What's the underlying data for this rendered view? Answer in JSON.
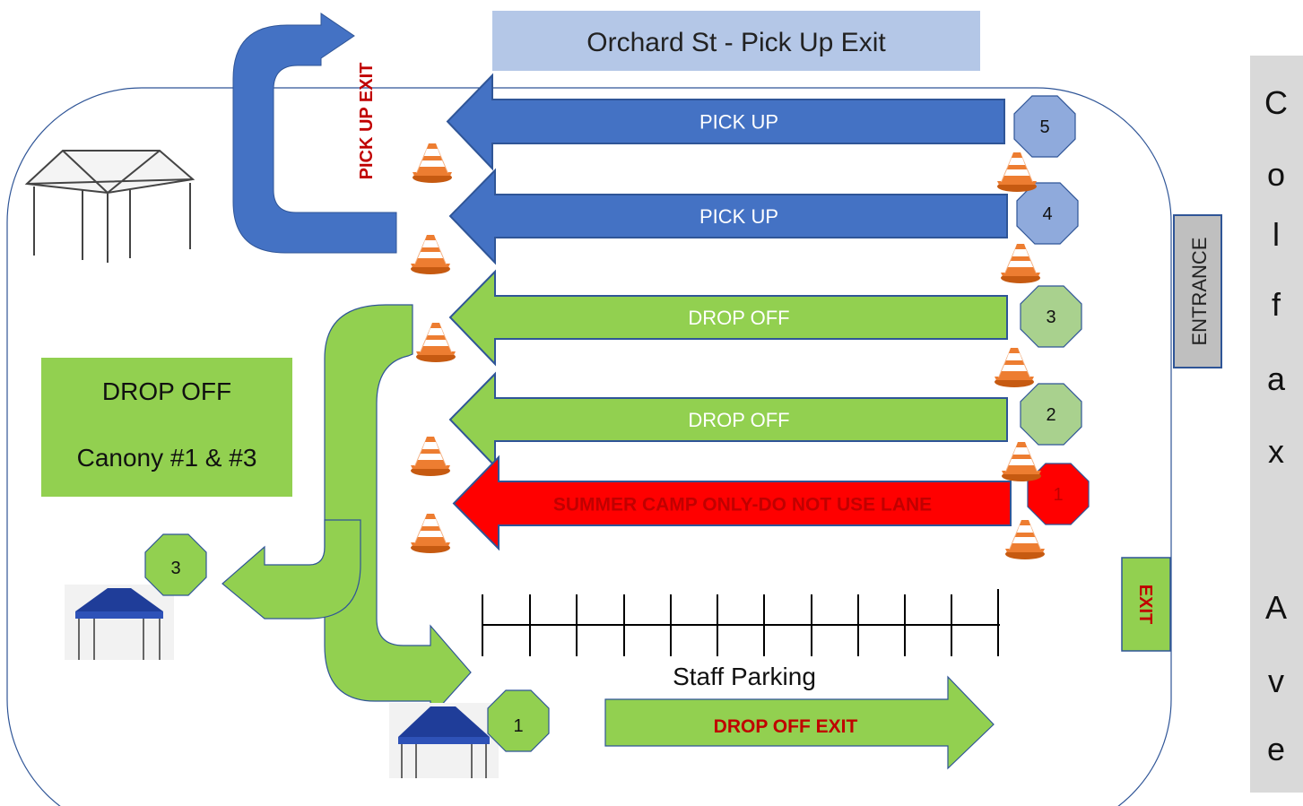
{
  "header": {
    "title": "Orchard St - Pick Up Exit"
  },
  "street": {
    "letters": [
      "C",
      "o",
      "l",
      "f",
      "a",
      "x",
      "A",
      "v",
      "e"
    ]
  },
  "side_labels": {
    "entrance": "ENTRANCE",
    "exit": "EXIT",
    "pickup_exit": "PICK UP EXIT"
  },
  "lanes": [
    {
      "label": "PICK UP",
      "number": "5",
      "color": "#4472C4"
    },
    {
      "label": "PICK UP",
      "number": "4",
      "color": "#4472C4"
    },
    {
      "label": "DROP OFF",
      "number": "3",
      "color": "#92D050"
    },
    {
      "label": "DROP OFF",
      "number": "2",
      "color": "#92D050"
    },
    {
      "label": "SUMMER CAMP ONLY-DO NOT USE LANE",
      "number": "1",
      "color": "#FF0000"
    }
  ],
  "drop_off_box": {
    "line1": "DROP OFF",
    "line2": "Canony #1 & #3"
  },
  "canopies": [
    {
      "number": "3"
    },
    {
      "number": "1"
    }
  ],
  "staff_parking": {
    "label": "Staff Parking"
  },
  "drop_off_exit": {
    "label": "DROP OFF  EXIT"
  },
  "colors": {
    "blue": "#4472C4",
    "green": "#92D050",
    "red": "#FF0000",
    "dark_red": "#C00000",
    "cone": "#F28C28"
  }
}
